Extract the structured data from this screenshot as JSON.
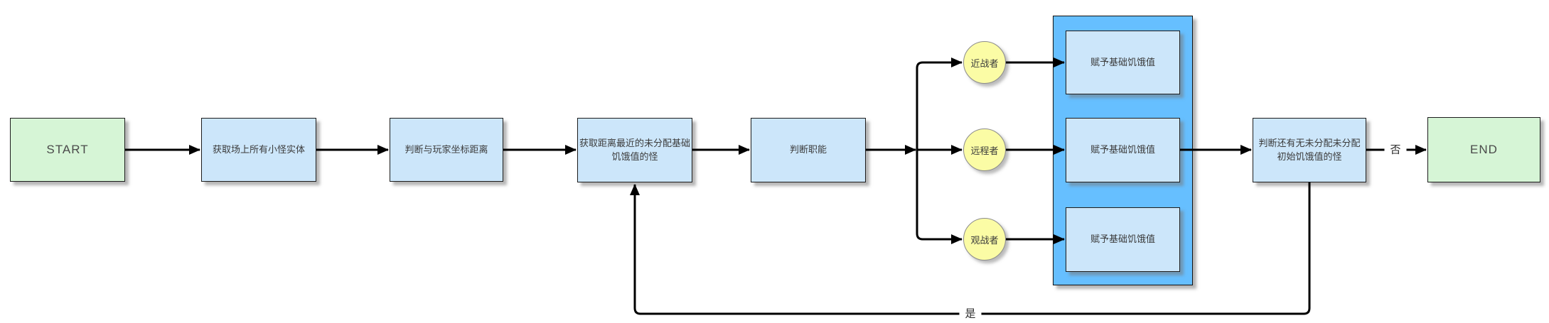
{
  "diagram": {
    "type": "flowchart",
    "nodes": {
      "start": {
        "label": "START",
        "shape": "terminal"
      },
      "get_monsters": {
        "label": "获取场上所有小怪实体",
        "shape": "process"
      },
      "judge_distance": {
        "label": "判断与玩家坐标距离",
        "shape": "process"
      },
      "get_nearest": {
        "label": "获取距离最近的未分配基础饥饿值的怪",
        "shape": "process"
      },
      "judge_role": {
        "label": "判断职能",
        "shape": "process"
      },
      "role_melee": {
        "label": "近战者",
        "shape": "circle"
      },
      "role_ranged": {
        "label": "远程者",
        "shape": "circle"
      },
      "role_spectator": {
        "label": "观战者",
        "shape": "circle"
      },
      "assign_melee": {
        "label": "赋予基础饥饿值",
        "shape": "process"
      },
      "assign_ranged": {
        "label": "赋予基础饥饿值",
        "shape": "process"
      },
      "assign_spectator": {
        "label": "赋予基础饥饿值",
        "shape": "process"
      },
      "judge_remaining": {
        "label": "判断还有无未分配未分配初始饥饿值的怪",
        "shape": "process"
      },
      "end": {
        "label": "END",
        "shape": "terminal"
      }
    },
    "edge_labels": {
      "no": "否",
      "yes": "是"
    },
    "colors": {
      "terminal_fill": "#d6f5d6",
      "process_fill": "#cce6fa",
      "group_fill": "#66bfff",
      "branch_fill": "#fbfca5",
      "line": "#000000"
    }
  }
}
